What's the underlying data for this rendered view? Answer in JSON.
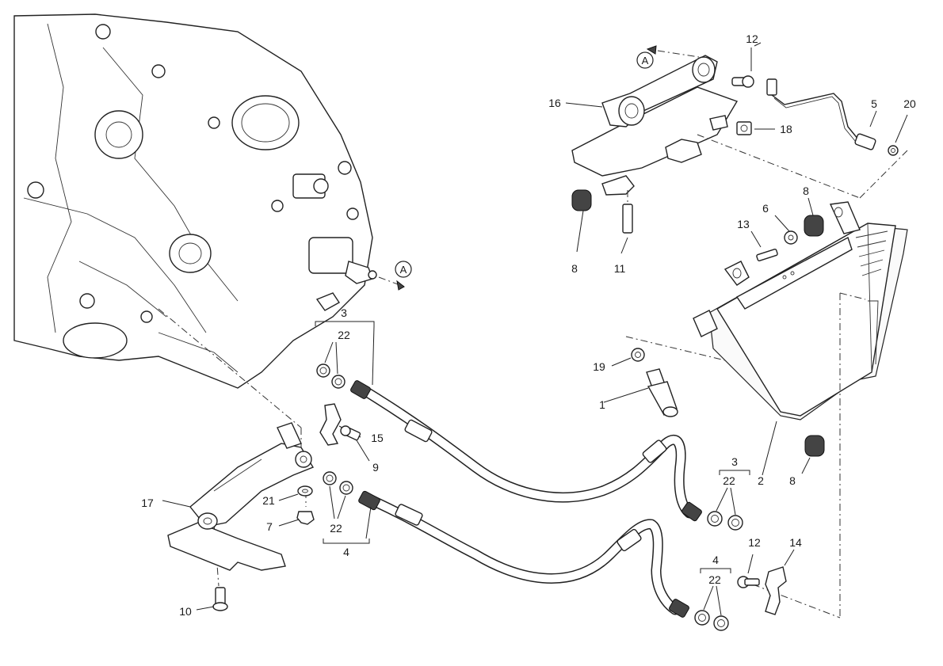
{
  "diagram": {
    "callout_marker": "A",
    "part_labels": {
      "p1": "1",
      "p2": "2",
      "p3a": "3",
      "p3b": "3",
      "p4a": "4",
      "p4b": "4",
      "p5": "5",
      "p6": "6",
      "p7": "7",
      "p8a": "8",
      "p8b": "8",
      "p8c": "8",
      "p9": "9",
      "p10": "10",
      "p11": "11",
      "p12a": "12",
      "p12b": "12",
      "p13": "13",
      "p14": "14",
      "p15": "15",
      "p16": "16",
      "p17": "17",
      "p18": "18",
      "p19": "19",
      "p20": "20",
      "p21": "21",
      "p22a": "22",
      "p22b": "22",
      "p22c": "22",
      "p22d": "22"
    }
  }
}
